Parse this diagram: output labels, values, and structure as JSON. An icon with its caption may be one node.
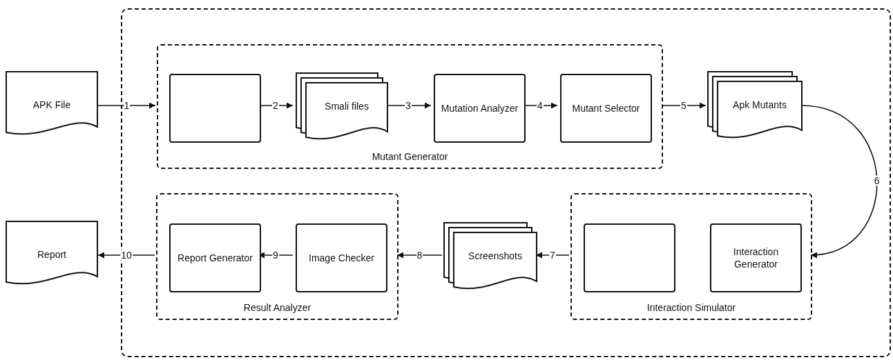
{
  "diagram": {
    "nodes": [
      {
        "text": [],
        "shape": "box"
      },
      {
        "text": [
          "APK File"
        ]
      },
      {
        "text": [
          "Mutant Generator"
        ],
        "in": 0
      },
      {
        "text": [],
        "shape": "box",
        "in": 2
      },
      {
        "text": [
          "Smali files"
        ],
        "in": 2
      },
      {
        "text": [
          "Mutation Analyzer"
        ],
        "in": 2
      },
      {
        "text": [
          "Mutant Selector"
        ],
        "in": 2
      },
      {
        "text": [
          "Apk Mutants"
        ],
        "in": 0
      },
      {
        "text": [
          "Report"
        ]
      },
      {
        "text": [
          "Result Analyzer"
        ],
        "in": 0
      },
      {
        "text": [
          "Report Generator"
        ],
        "in": 9
      },
      {
        "text": [
          "Image Checker"
        ],
        "in": 9
      },
      {
        "text": [
          "Screenshots"
        ],
        "in": 0
      },
      {
        "text": [
          "Interaction Simulator"
        ],
        "in": 0
      },
      {
        "text": [],
        "shape": "box",
        "in": 13
      },
      {
        "text": [
          "Interaction Generator"
        ],
        "in": 13
      }
    ],
    "edges": [
      {
        "from": 1,
        "to": 2,
        "arrow": "to",
        "label": "1"
      },
      {
        "from": 3,
        "to": 4,
        "arrow": "to",
        "label": "2"
      },
      {
        "from": 4,
        "to": 5,
        "arrow": "to",
        "label": "3"
      },
      {
        "from": 5,
        "to": 6,
        "arrow": "to",
        "label": "4"
      },
      {
        "from": 2,
        "to": 7,
        "arrow": "to",
        "label": "5"
      },
      {
        "from": 7,
        "to": 13,
        "arrow": "to",
        "label": "6"
      },
      {
        "from": 13,
        "to": 12,
        "arrow": "to",
        "label": "7"
      },
      {
        "from": 12,
        "to": 9,
        "arrow": "to",
        "label": "8"
      },
      {
        "from": 11,
        "to": 10,
        "arrow": "to",
        "label": "9"
      },
      {
        "from": 9,
        "to": 8,
        "arrow": "to",
        "label": "10"
      }
    ]
  }
}
